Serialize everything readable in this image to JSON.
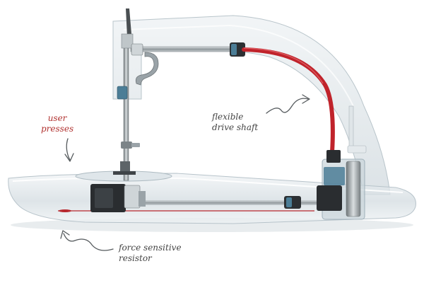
{
  "annotations": {
    "user_presses": {
      "lines": [
        "user",
        "presses"
      ],
      "color": "#b0312f"
    },
    "flexible_drive_shaft": {
      "lines": [
        "flexible",
        "drive shaft"
      ],
      "color": "#444444"
    },
    "force_sensitive_resistor": {
      "lines": [
        "force sensitive",
        "resistor"
      ],
      "color": "#444444"
    }
  },
  "colors": {
    "drive_shaft": "#c0232b",
    "shell": "#c9d4da",
    "metal": "#9aa3a8",
    "dark_part": "#2a2d30",
    "accent_blue": "#4b7d96"
  }
}
